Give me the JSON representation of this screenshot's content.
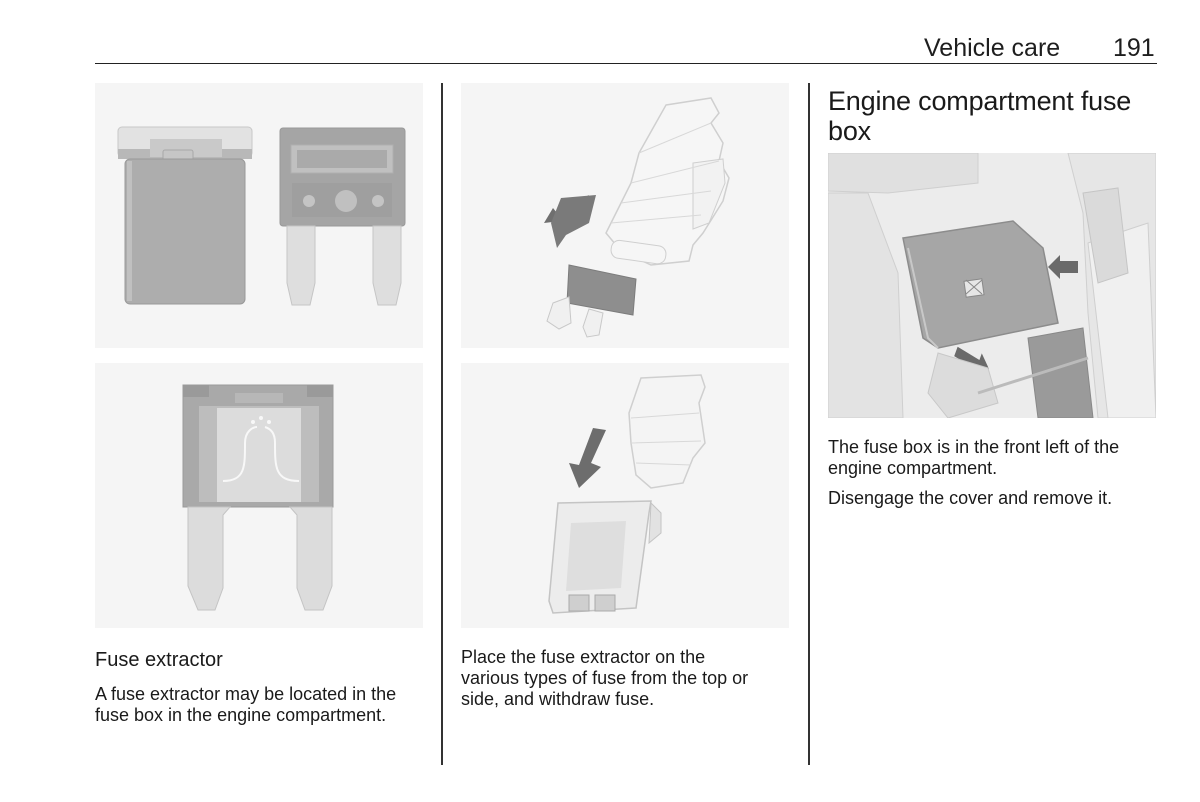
{
  "header": {
    "section_title": "Vehicle care",
    "page_number": "191"
  },
  "columns": {
    "left": {
      "figures": [
        {
          "icon": "mini-fuse-side-and-front-views-illustration"
        },
        {
          "icon": "blown-mini-fuse-illustration"
        }
      ],
      "heading": "Fuse extractor",
      "paragraph_lines": [
        "A fuse extractor may be located in the",
        "fuse box in the engine compartment."
      ]
    },
    "middle": {
      "figures": [
        {
          "icon": "fuse-extractor-top-illustration"
        },
        {
          "icon": "fuse-extractor-side-illustration"
        }
      ],
      "paragraph_lines": [
        "Place the fuse extractor on the",
        "various types of fuse from the top or",
        "side, and withdraw fuse."
      ]
    },
    "right": {
      "heading_lines": [
        "Engine compartment fuse",
        "box"
      ],
      "figures": [
        {
          "icon": "engine-compartment-fuse-box-illustration"
        }
      ],
      "paragraph1_lines": [
        "The fuse box is in the front left of the",
        "engine compartment."
      ],
      "paragraph2": "Disengage the cover and remove it."
    }
  }
}
